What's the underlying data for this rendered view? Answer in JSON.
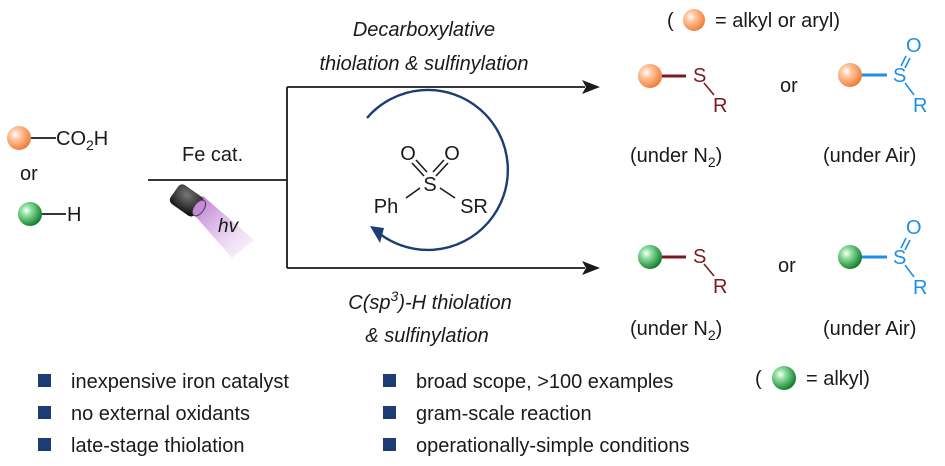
{
  "legend": {
    "orange_open": "(",
    "orange_text": "= alkyl or aryl)",
    "green_open": "(",
    "green_text": "= alkyl)"
  },
  "reactants": {
    "acid_group": "CO",
    "acid_sub": "2",
    "acid_tail": "H",
    "or": "or",
    "h_label": "H"
  },
  "catalyst": {
    "label": "Fe cat.",
    "light": "hv"
  },
  "top_route": {
    "line1": "Decarboxylative",
    "line2": "thiolation & sulfinylation"
  },
  "bottom_route": {
    "line1_a": "C(sp",
    "line1_sup": "3",
    "line1_b": ")-H thiolation",
    "line2": "& sulfinylation"
  },
  "reagent": {
    "o1": "O",
    "o2": "O",
    "s": "S",
    "ph": "Ph",
    "sr": "SR"
  },
  "products": {
    "s": "S",
    "r": "R",
    "o": "O",
    "or": "or",
    "n2_open": "(under N",
    "n2_sub": "2",
    "n2_close": ")",
    "air": "(under Air)"
  },
  "bullets": [
    "inexpensive iron catalyst",
    "no external oxidants",
    "late-stage thiolation",
    "broad scope, >100 examples",
    "gram-scale reaction",
    "operationally-simple conditions"
  ],
  "colors": {
    "orange": "#f08a4b",
    "green": "#1d9b3a",
    "thio": "#7a1a1f",
    "sulfinyl": "#1f8ee8",
    "navy": "#1b3d73",
    "purple": "#9b4fb5"
  }
}
